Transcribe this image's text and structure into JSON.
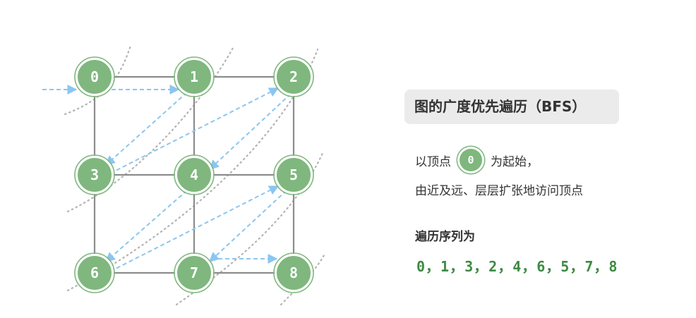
{
  "title": "图的广度优先遍历（BFS）",
  "description": {
    "start_prefix": "以顶点",
    "start_vertex": "0",
    "start_suffix": "为起始，",
    "line2": "由近及远、层层扩张地访问顶点"
  },
  "sequence": {
    "heading": "遍历序列为",
    "values": [
      "0",
      "1",
      "3",
      "2",
      "4",
      "6",
      "5",
      "7",
      "8"
    ],
    "separator": "，"
  },
  "graph": {
    "vertices": [
      "0",
      "1",
      "2",
      "3",
      "4",
      "5",
      "6",
      "7",
      "8"
    ],
    "edges": [
      [
        "0",
        "1"
      ],
      [
        "1",
        "2"
      ],
      [
        "3",
        "4"
      ],
      [
        "4",
        "5"
      ],
      [
        "6",
        "7"
      ],
      [
        "7",
        "8"
      ],
      [
        "0",
        "3"
      ],
      [
        "3",
        "6"
      ],
      [
        "1",
        "4"
      ],
      [
        "4",
        "7"
      ],
      [
        "2",
        "5"
      ],
      [
        "5",
        "8"
      ]
    ],
    "traversal_arrows": [
      [
        "0",
        "1"
      ],
      [
        "1",
        "3"
      ],
      [
        "3",
        "2"
      ],
      [
        "2",
        "4"
      ],
      [
        "4",
        "6"
      ],
      [
        "6",
        "5"
      ],
      [
        "5",
        "7"
      ],
      [
        "7",
        "8"
      ]
    ],
    "colors": {
      "node_fill": "#7fb77e",
      "edge": "#8c8c8c",
      "arrow": "#8bc6f0",
      "layer_line": "#b3b3b3",
      "sequence_text": "#3d8a43"
    }
  }
}
